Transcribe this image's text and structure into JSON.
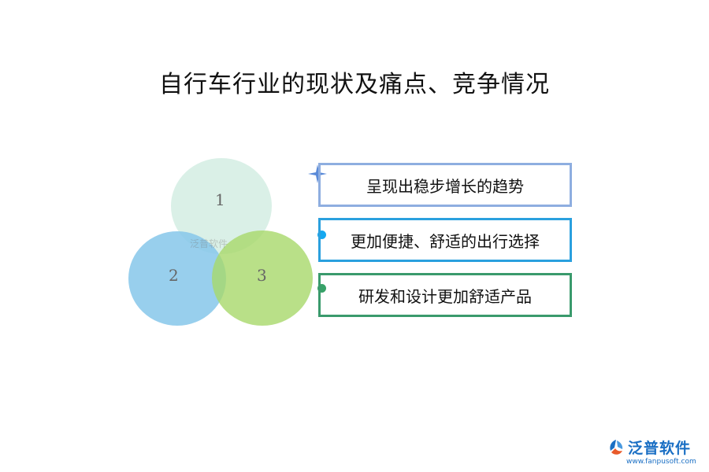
{
  "title": "自行车行业的现状及痛点、竞争情况",
  "circles": [
    {
      "label": "1",
      "color": "#c6e8da"
    },
    {
      "label": "2",
      "color": "#86c7ea"
    },
    {
      "label": "3",
      "color": "#a8d86a"
    }
  ],
  "watermark": "泛普软件",
  "items": [
    {
      "text": "呈现出稳步增长的趋势",
      "border_color": "#8eaee0"
    },
    {
      "text": "更加便捷、舒适的出行选择",
      "border_color": "#2aa0de"
    },
    {
      "text": "研发和设计更加舒适产品",
      "border_color": "#3a9a6c"
    }
  ],
  "logo": {
    "name": "泛普软件",
    "url": "www.fanpusoft.com",
    "color": "#1a6fc4"
  }
}
